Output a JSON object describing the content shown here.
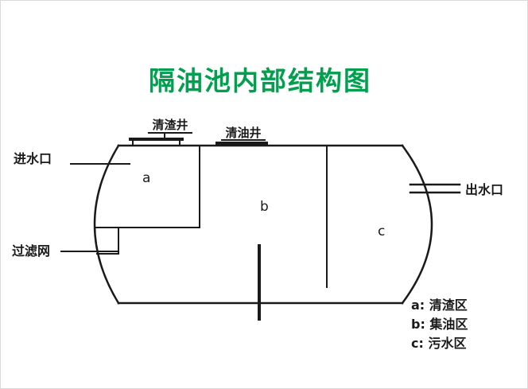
{
  "title": "隔油池内部结构图",
  "labels": {
    "slag_well": "清渣井",
    "oil_well": "清油井",
    "inlet": "进水口",
    "outlet": "出水口",
    "filter": "过滤网"
  },
  "zones": {
    "a": "a",
    "b": "b",
    "c": "c"
  },
  "legend": [
    "a: 清渣区",
    "b: 集油区",
    "c: 污水区"
  ],
  "colors": {
    "title_green": "#00A04E",
    "line_black": "#1a1a1a"
  }
}
